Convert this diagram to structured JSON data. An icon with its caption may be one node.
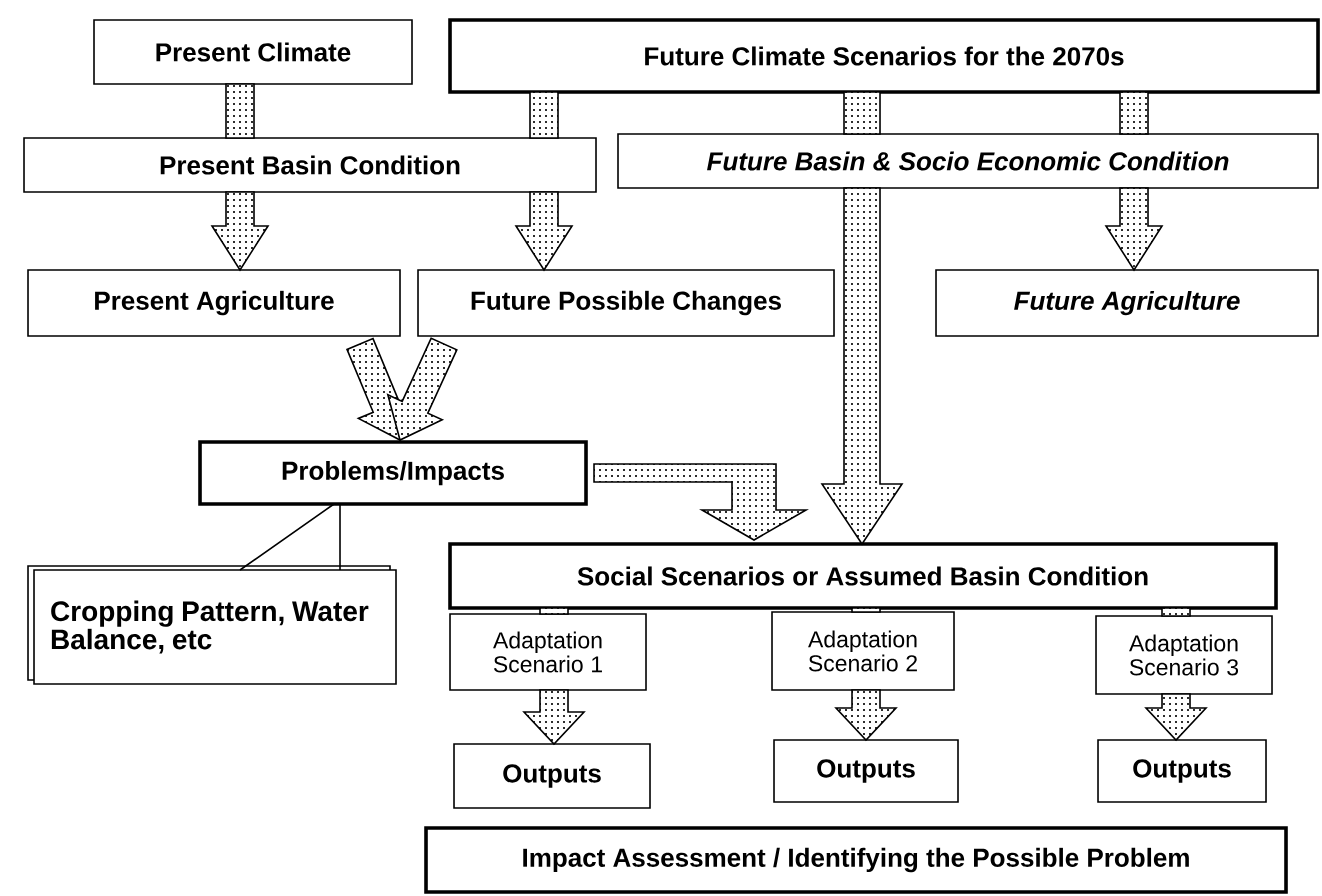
{
  "diagram": {
    "nodes": [
      {
        "text": [
          "Present Climate"
        ]
      },
      {
        "text": [
          "Future Climate Scenarios for the 2070s"
        ]
      },
      {
        "text": [
          "Present Basin Condition"
        ]
      },
      {
        "text": [
          "Future Basin & Socio Economic Condition"
        ]
      },
      {
        "text": [
          "Present Agriculture"
        ]
      },
      {
        "text": [
          "Future Possible Changes"
        ]
      },
      {
        "text": [
          "Future Agriculture"
        ]
      },
      {
        "text": [
          "Problems/Impacts"
        ]
      },
      {
        "text": [
          "Cropping Pattern, Water Balance, etc"
        ]
      },
      {
        "text": [
          "Social Scenarios or Assumed Basin Condition"
        ]
      },
      {
        "text": [
          "Adaptation Scenario 1"
        ]
      },
      {
        "text": [
          "Adaptation Scenario 2"
        ]
      },
      {
        "text": [
          "Adaptation Scenario 3"
        ]
      },
      {
        "text": [
          "Outputs"
        ]
      },
      {
        "text": [
          "Outputs"
        ]
      },
      {
        "text": [
          "Outputs"
        ]
      },
      {
        "text": [
          "Impact Assessment / Identifying the Possible Problem"
        ]
      }
    ],
    "edges": [
      {
        "from": 0,
        "to": 2,
        "arrow": "none"
      },
      {
        "from": 2,
        "to": 4,
        "arrow": "to"
      },
      {
        "from": 1,
        "to": 2,
        "arrow": "none"
      },
      {
        "from": 2,
        "to": 5,
        "arrow": "to"
      },
      {
        "from": 1,
        "to": 3,
        "arrow": "none"
      },
      {
        "from": 3,
        "to": 9,
        "arrow": "to"
      },
      {
        "from": 1,
        "to": 3,
        "arrow": "none"
      },
      {
        "from": 3,
        "to": 6,
        "arrow": "to"
      },
      {
        "from": 4,
        "to": 7,
        "arrow": "to"
      },
      {
        "from": 5,
        "to": 7,
        "arrow": "to"
      },
      {
        "from": 7,
        "to": 9,
        "arrow": "to"
      },
      {
        "from": 7,
        "to": 8,
        "arrow": "none"
      },
      {
        "from": 9,
        "to": 10,
        "arrow": "none"
      },
      {
        "from": 9,
        "to": 11,
        "arrow": "none"
      },
      {
        "from": 9,
        "to": 12,
        "arrow": "none"
      },
      {
        "from": 10,
        "to": 13,
        "arrow": "to"
      },
      {
        "from": 11,
        "to": 14,
        "arrow": "to"
      },
      {
        "from": 12,
        "to": 15,
        "arrow": "to"
      }
    ]
  }
}
